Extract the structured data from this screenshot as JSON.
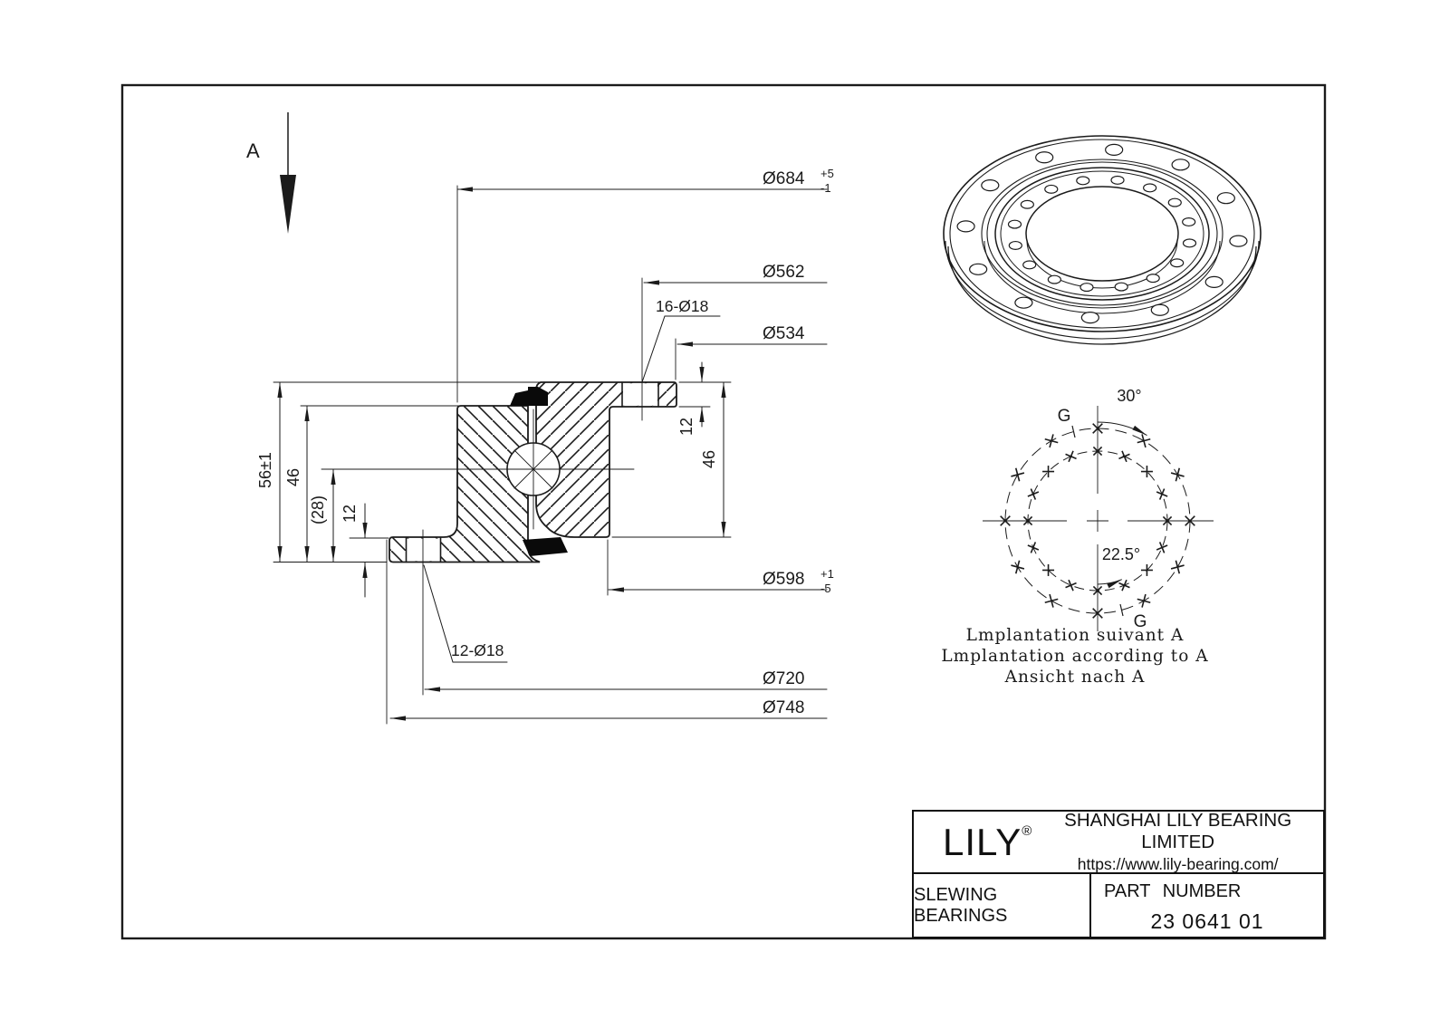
{
  "view_label": {
    "label": "A"
  },
  "section": {
    "dims": {
      "d684": {
        "text": "Ø684",
        "tol_up": "+5",
        "tol_dn": "-1"
      },
      "d562": {
        "text": "Ø562"
      },
      "d534": {
        "text": "Ø534"
      },
      "holes_top": {
        "text": "16-Ø18"
      },
      "d598": {
        "text": "Ø598",
        "tol_up": "+1",
        "tol_dn": "-5"
      },
      "d720": {
        "text": "Ø720"
      },
      "d748": {
        "text": "Ø748"
      },
      "holes_bottom": {
        "text": "12-Ø18"
      },
      "height56": {
        "text": "56±1"
      },
      "h46_left": {
        "text": "46"
      },
      "h28": {
        "text": "(28)"
      },
      "h12_left": {
        "text": "12"
      },
      "h12_right": {
        "text": "12"
      },
      "h46_right": {
        "text": "46"
      }
    }
  },
  "implantation": {
    "angle_outer": "30°",
    "angle_inner": "22.5°",
    "g_upper": "G",
    "g_lower": "G",
    "caption_fr": "Lmplantation suivant A",
    "caption_en": "Lmplantation according to A",
    "caption_de": "Ansicht nach A"
  },
  "title_block": {
    "brand": "LILY",
    "reg_mark": "®",
    "company": "SHANGHAI LILY BEARING LIMITED",
    "website": "https://www.lily-bearing.com/",
    "category": "SLEWING BEARINGS",
    "part_number_label": "PART  NUMBER",
    "part_number": "23 0641 01"
  }
}
